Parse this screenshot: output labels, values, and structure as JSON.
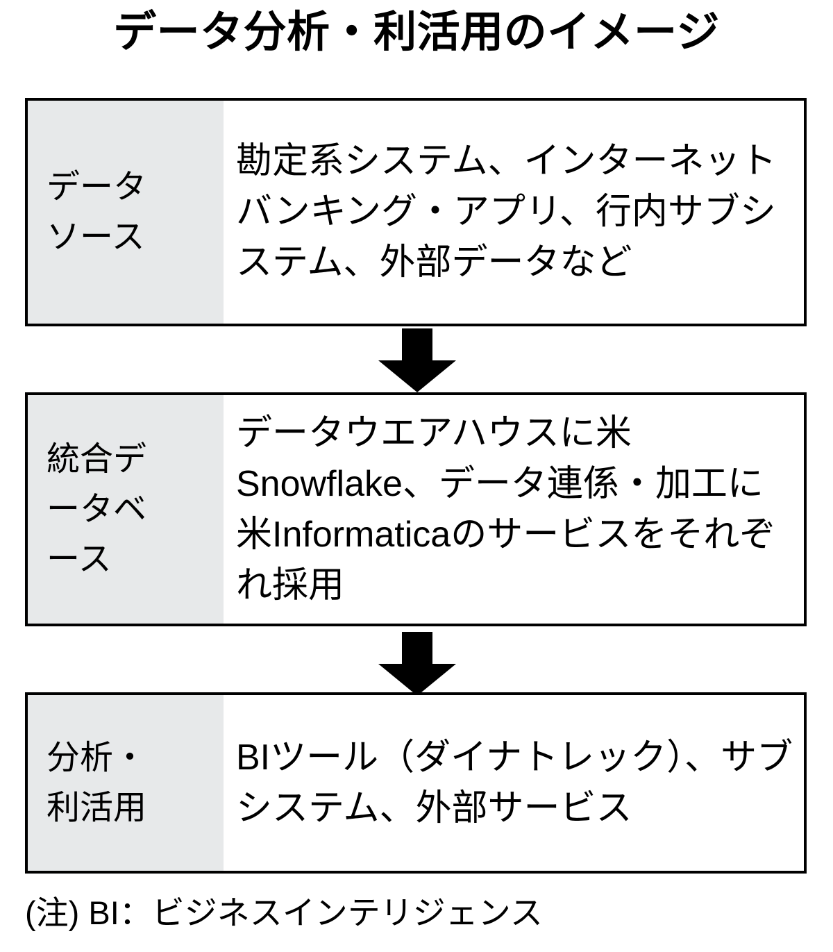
{
  "page": {
    "title": "データ分析・利活用のイメージ",
    "background_color": "#ffffff",
    "label_cell_color": "#e7e9ea",
    "border_color": "#000000",
    "text_color": "#000000"
  },
  "flow": {
    "rows": [
      {
        "label": "データ\nソース",
        "content": "勘定系システム、インターネットバンキング・アプリ、行内サブシステム、外部データなど"
      },
      {
        "label": "統合デ\nータベ\nース",
        "content": "データウエアハウスに米Snowflake、データ連係・加工に米Informaticaのサービスをそれぞれ採用"
      },
      {
        "label": "分析・\n利活用",
        "content": "BIツール（ダイナトレック）、サブシステム、外部サービス"
      }
    ],
    "connectors": [
      {
        "icon": "down-arrow-icon"
      },
      {
        "icon": "down-arrow-icon"
      }
    ]
  },
  "footnote": {
    "text": "(注) BI：ビジネスインテリジェンス"
  }
}
